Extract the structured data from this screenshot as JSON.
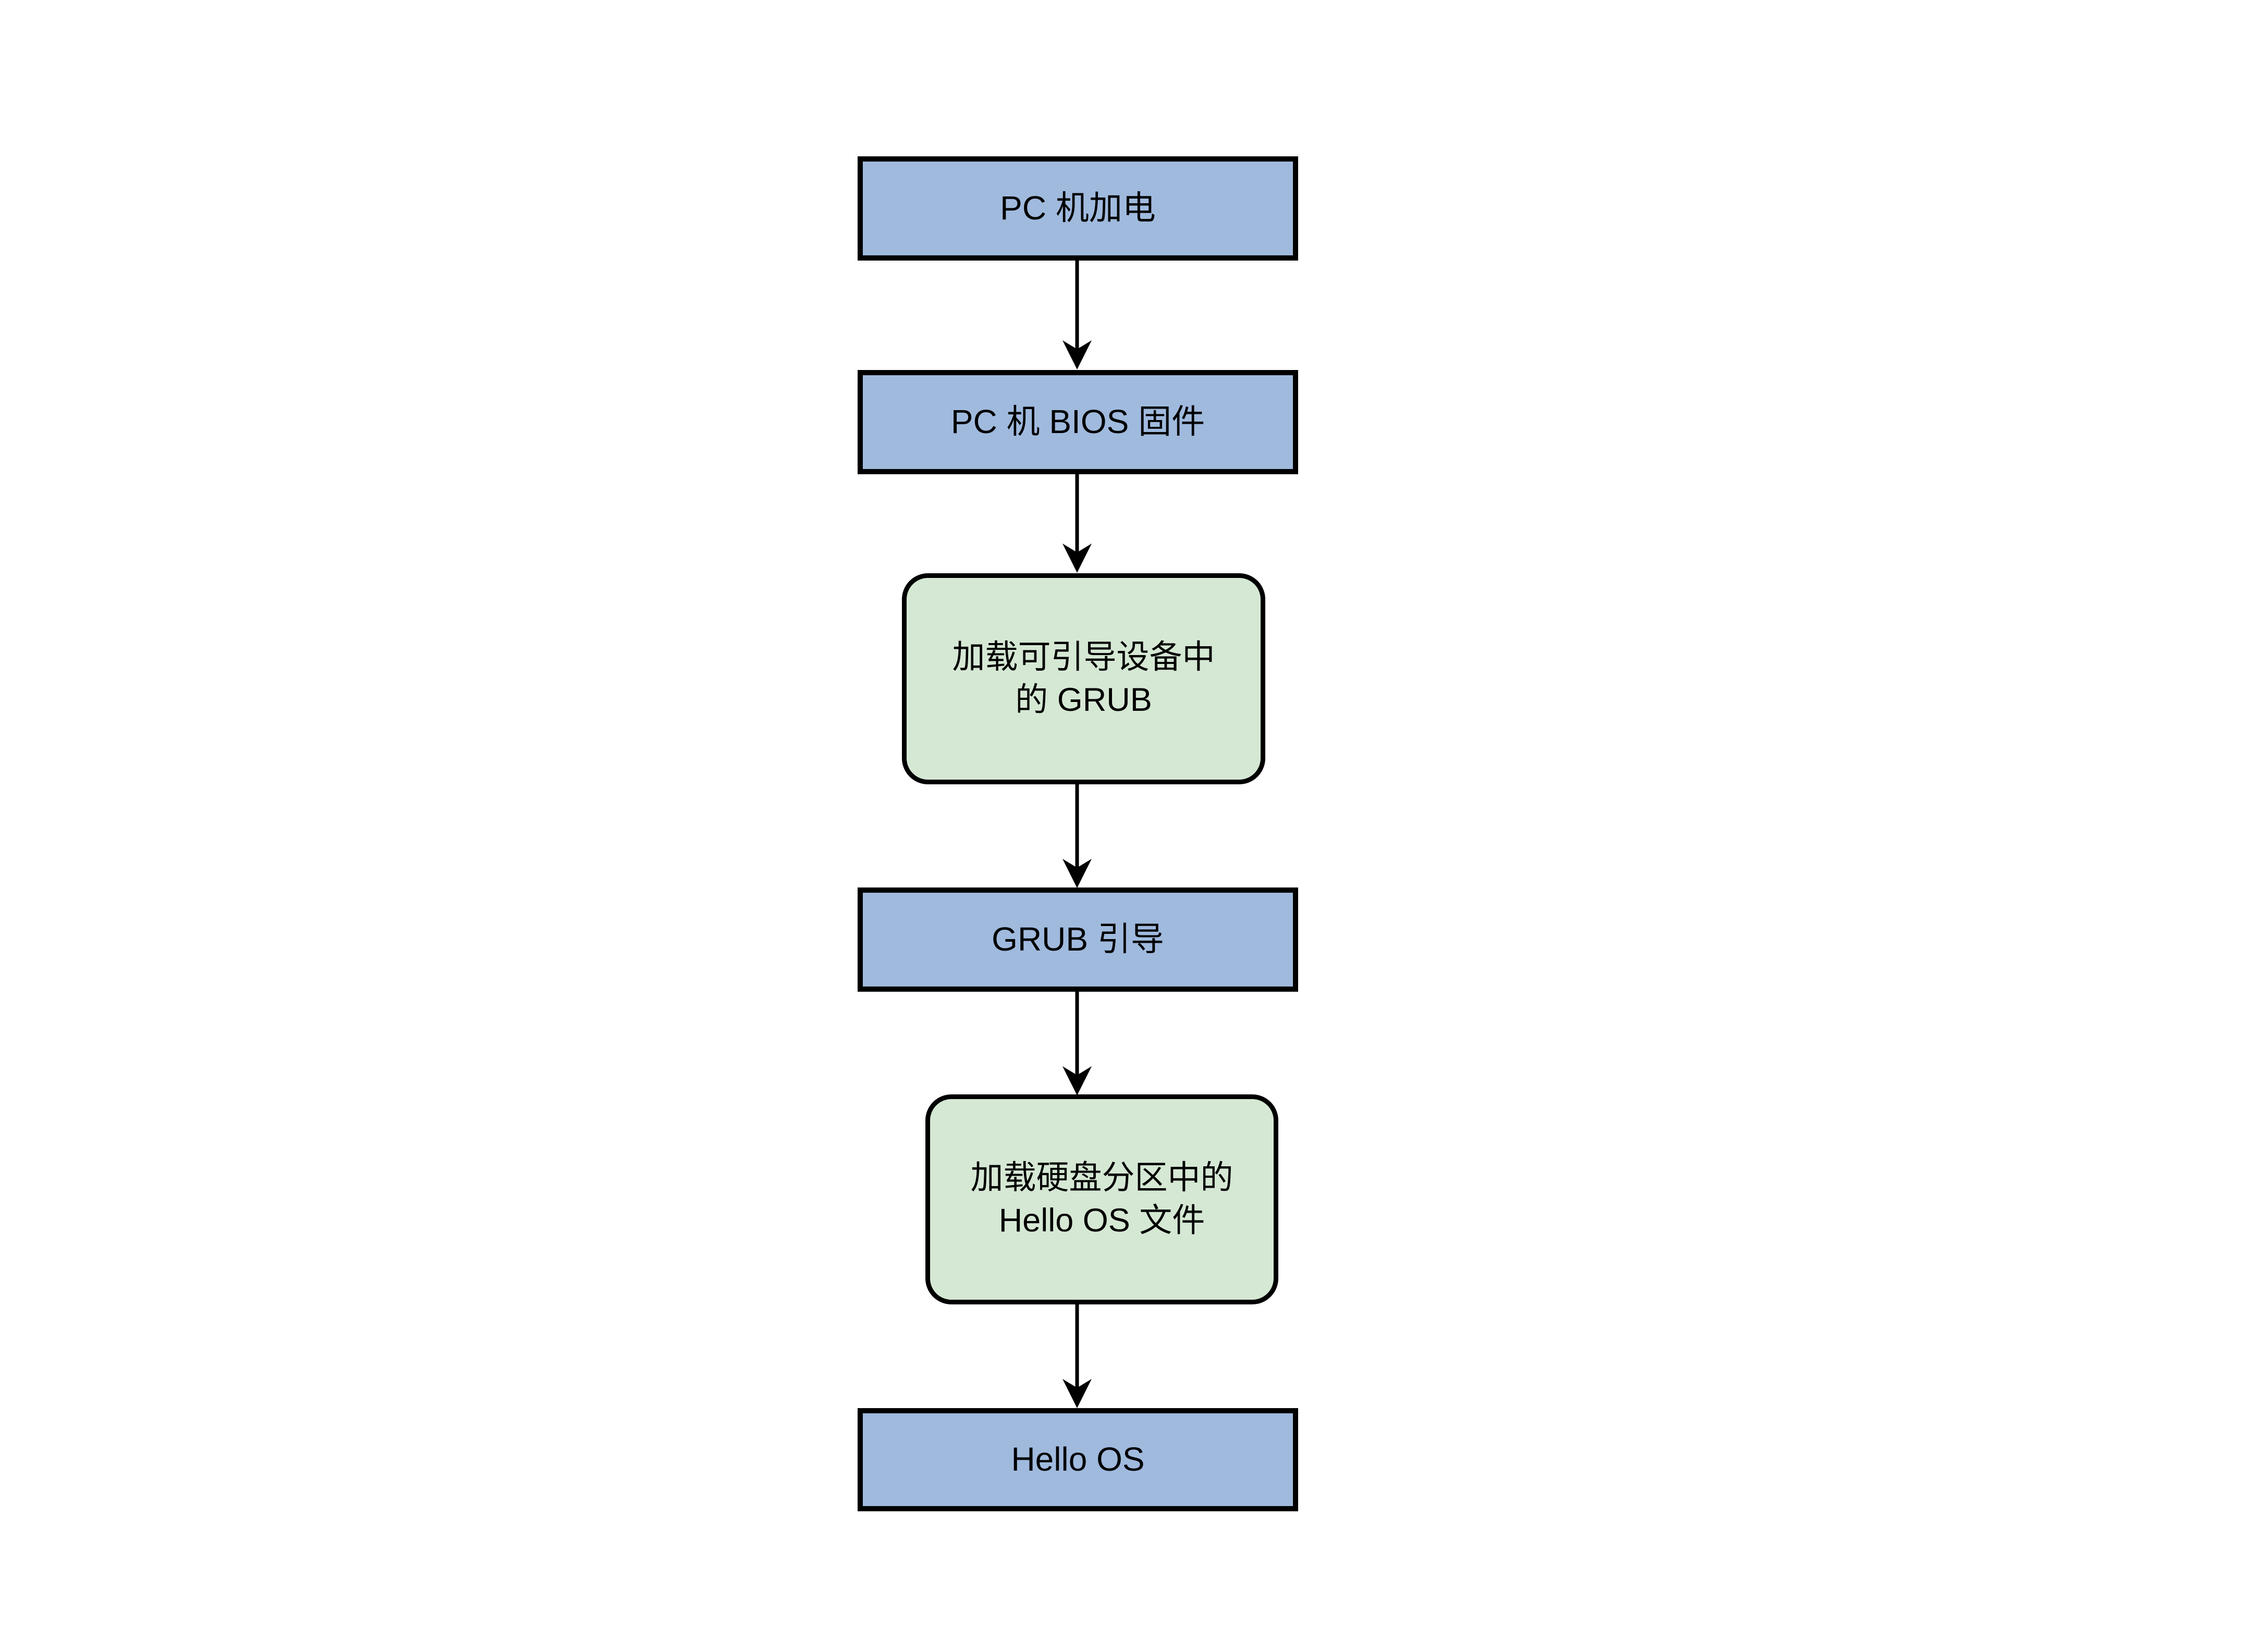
{
  "diagram": {
    "type": "flowchart",
    "orientation": "top-to-bottom",
    "background_color": "#FFFFFF",
    "palette": {
      "process_fill": "#A0BADE",
      "rounded_fill": "#D5E8D4",
      "stroke": "#000000",
      "text": "#000000"
    },
    "nodes": [
      {
        "id": "power-on",
        "label": "PC 机加电",
        "shape": "rectangle",
        "fill": "#A0BADE"
      },
      {
        "id": "bios-firmware",
        "label": "PC 机 BIOS 固件",
        "shape": "rectangle",
        "fill": "#A0BADE"
      },
      {
        "id": "load-grub",
        "label": "加载可引导设备中\n的 GRUB",
        "shape": "rounded-rectangle",
        "fill": "#D5E8D4"
      },
      {
        "id": "grub-boot",
        "label": "GRUB 引导",
        "shape": "rectangle",
        "fill": "#A0BADE"
      },
      {
        "id": "load-hello-os",
        "label": "加载硬盘分区中的\nHello OS 文件",
        "shape": "rounded-rectangle",
        "fill": "#D5E8D4"
      },
      {
        "id": "hello-os",
        "label": "Hello OS",
        "shape": "rectangle",
        "fill": "#A0BADE"
      }
    ],
    "edges": [
      {
        "from": "power-on",
        "to": "bios-firmware",
        "style": "solid",
        "arrowhead": "barbed"
      },
      {
        "from": "bios-firmware",
        "to": "load-grub",
        "style": "solid",
        "arrowhead": "barbed"
      },
      {
        "from": "load-grub",
        "to": "grub-boot",
        "style": "solid",
        "arrowhead": "barbed"
      },
      {
        "from": "grub-boot",
        "to": "load-hello-os",
        "style": "solid",
        "arrowhead": "barbed"
      },
      {
        "from": "load-hello-os",
        "to": "hello-os",
        "style": "solid",
        "arrowhead": "barbed"
      }
    ]
  }
}
